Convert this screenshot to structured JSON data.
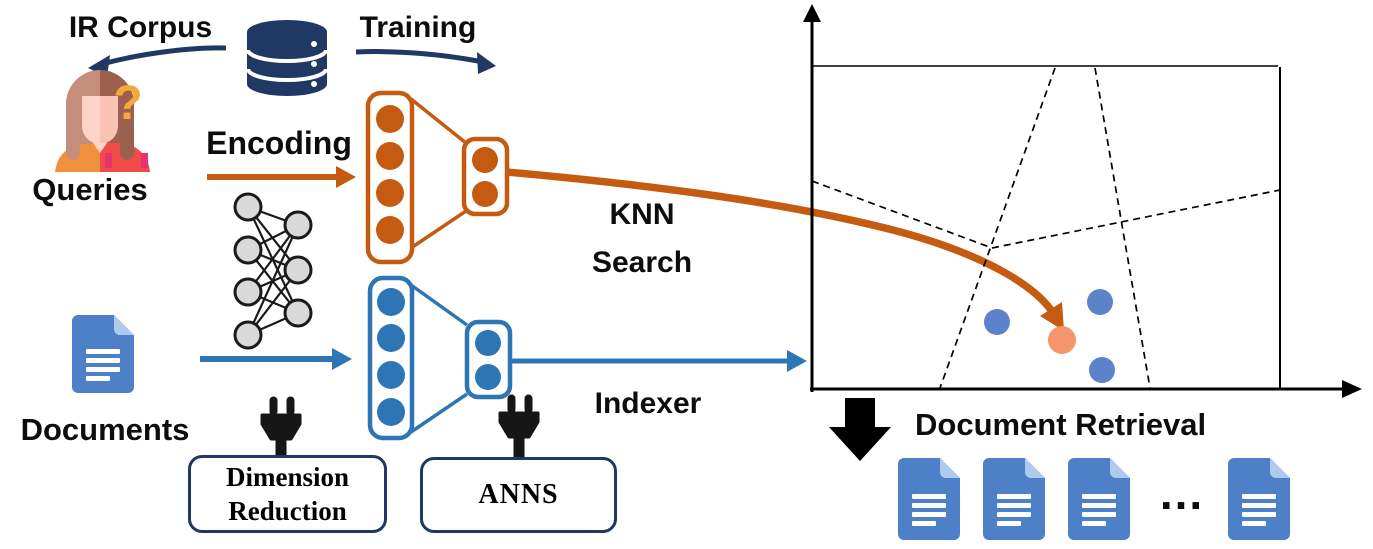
{
  "figure": {
    "title_region": {
      "ir_corpus": "IR Corpus",
      "training": "Training"
    },
    "inputs": {
      "queries": "Queries",
      "documents": "Documents"
    },
    "process_labels": {
      "encoding": "Encoding",
      "knn_line1": "KNN",
      "knn_line2": "Search",
      "indexer": "Indexer",
      "document_retrieval": "Document Retrieval",
      "ellipsis": "..."
    },
    "plugin_boxes": {
      "dim_line1": "Dimension",
      "dim_line2": "Reduction",
      "anns": "ANNS"
    },
    "icons": {
      "database": "database-icon",
      "user_question": "user-question-icon",
      "neural_network": "neural-network-icon",
      "document": "document-icon",
      "plug": "plug-icon"
    },
    "colors": {
      "navy": "#1F3864",
      "orange": "#C55A11",
      "blue": "#2E75B6",
      "scatter_blue": "#5C82C9",
      "scatter_orange": "#F4956B",
      "doc_blue": "#4E80C7",
      "doc_fold": "#AECBEE",
      "node_gray": "#D9D9D9",
      "black": "#000000"
    },
    "scatter": {
      "blue_points": [
        [
          997,
          322
        ],
        [
          1100,
          302
        ],
        [
          1102,
          370
        ]
      ],
      "orange_point": [
        1062,
        340
      ],
      "blue_radius": 13,
      "orange_radius": 14
    }
  }
}
